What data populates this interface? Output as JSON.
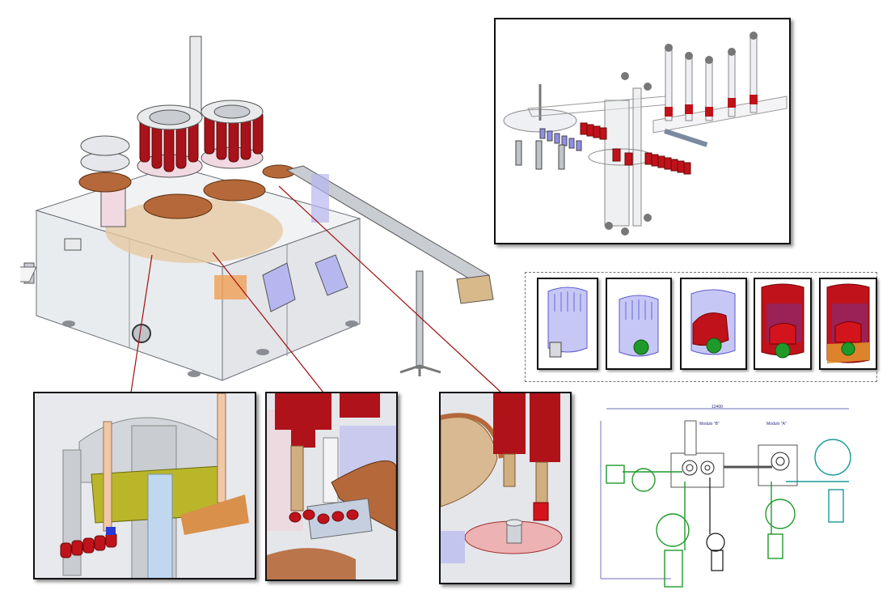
{
  "figure": {
    "title": "Capping machine overview with detail views",
    "palette": {
      "cap_red": "#c0121a",
      "transparent_blue": "#a9a9f0",
      "bronze": "#b5683a",
      "frame_grey": "#d6d9de",
      "green_line": "#1f9a2a",
      "teal_line": "#1a9a9a",
      "dimension_blue": "#3b3ba0",
      "callout_line": "#a01010"
    }
  },
  "panels": {
    "main_machine": {
      "name": "machine-overview"
    },
    "transfer_detail": {
      "name": "transfer-star-detail"
    },
    "cap_sequence": {
      "name": "cap-assembly-sequence",
      "steps": [
        {
          "state": "shell"
        },
        {
          "state": "shell-with-liner"
        },
        {
          "state": "insert-added"
        },
        {
          "state": "overcap-added"
        },
        {
          "state": "full-assembly"
        }
      ]
    },
    "details": [
      {
        "name": "detail-turret-section"
      },
      {
        "name": "detail-pick-place"
      },
      {
        "name": "detail-capping-head"
      }
    ],
    "layout_plan": {
      "dimension_width": "12400",
      "module_b_label": "Modulo \"B\"",
      "module_a_label": "Modulo \"A\""
    }
  }
}
